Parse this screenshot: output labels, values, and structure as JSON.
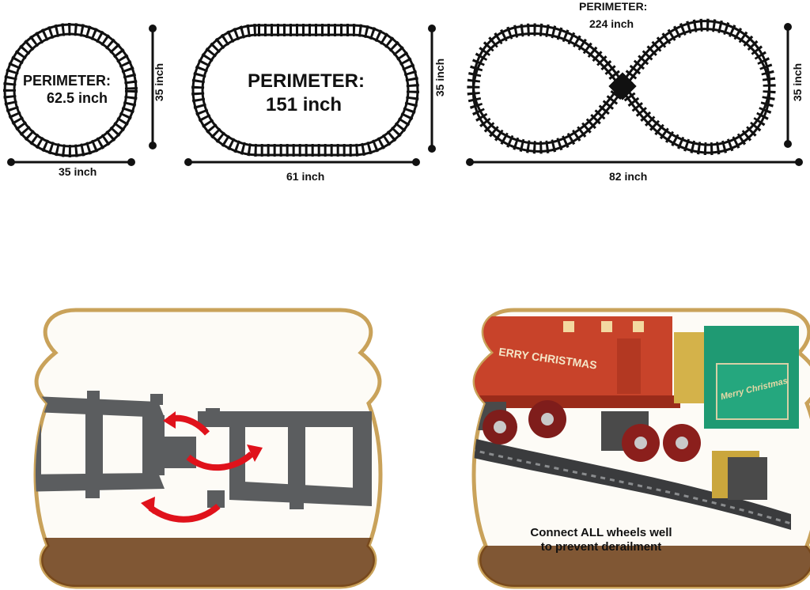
{
  "track_layouts": {
    "circle": {
      "perimeter_label": "PERIMETER:",
      "perimeter_value": "62.5 inch",
      "width": "35 inch",
      "height": "35 inch"
    },
    "oval": {
      "perimeter_label": "PERIMETER:",
      "perimeter_value": "151 inch",
      "width": "61 inch",
      "height": "35 inch"
    },
    "figure_eight": {
      "perimeter_label": "PERIMETER:",
      "perimeter_value": "224 inch",
      "width": "82 inch",
      "height": "35 inch"
    }
  },
  "panels": {
    "track_connection": {
      "track_color": "#5b5d5f",
      "arrow_color": "#e0121b"
    },
    "train_on_track": {
      "car_text_left": "ERRY CHRISTMAS",
      "car_text_right": "Merry Christmas",
      "caption_line1": "Connect ALL wheels well",
      "caption_line2": "to prevent derailment",
      "red_car_color": "#c8432a",
      "green_car_color": "#1f9a73"
    },
    "frame_color": "#c9a25a"
  }
}
